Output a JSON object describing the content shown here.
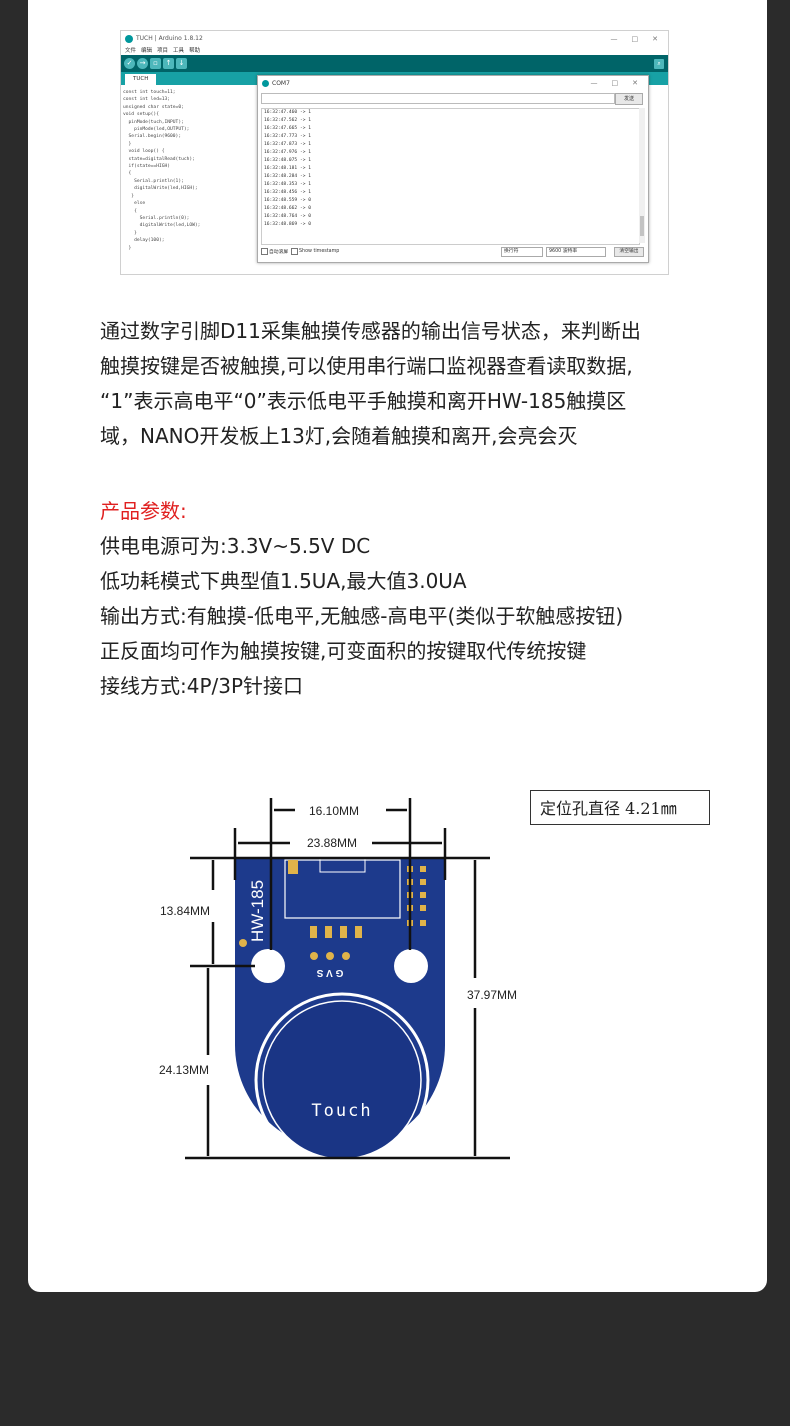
{
  "ide": {
    "title": "TUCH | Arduino 1.8.12",
    "menu": [
      "文件",
      "编辑",
      "项目",
      "工具",
      "帮助"
    ],
    "tab": "TUCH",
    "code_lines": [
      "const int touch=11;",
      "const int led=13;",
      "unsigned char state=0;",
      "void setup(){",
      "  pinMode(tuch,INPUT);",
      "    pinMode(led,OUTPUT);",
      "  Serial.begin(9600);",
      "  }",
      "  void loop() {",
      "  state=digitalRead(tuch);",
      "  if(state==HIGH)",
      "  {",
      "    Serial.println(1);",
      "    digitalWrite(led,HIGH);",
      "   }",
      "    else",
      "    {",
      "      Serial.println(0);",
      "      digitalWrite(led,LOW);",
      "    }",
      "    delay(100);",
      "  }"
    ],
    "serial": {
      "title": "COM7",
      "send_label": "发送",
      "lines": [
        "16:32:47.460 -> 1",
        "16:32:47.562 -> 1",
        "16:32:47.665 -> 1",
        "16:32:47.773 -> 1",
        "16:32:47.873 -> 1",
        "16:32:47.976 -> 1",
        "16:32:48.075 -> 1",
        "16:32:48.181 -> 1",
        "16:32:48.284 -> 1",
        "16:32:48.353 -> 1",
        "16:32:48.456 -> 1",
        "16:32:48.559 -> 0",
        "16:32:48.662 -> 0",
        "16:32:48.764 -> 0",
        "16:32:48.869 -> 0"
      ],
      "autoscroll_label": "自动滚屏",
      "timestamp_label": "Show timestamp",
      "line_ending": "换行符",
      "baud": "9600 波特率",
      "clear_label": "清空输出"
    }
  },
  "description": {
    "lines": [
      "通过数字引脚D11采集触摸传感器的输出信号状态，来判断出",
      "触摸按键是否被触摸,可以使用串行端口监视器查看读取数据,",
      "“1”表示高电平“0”表示低电平手触摸和离开HW-185触摸区",
      "域，NANO开发板上13灯,会随着触摸和离开,会亮会灭"
    ]
  },
  "specs": {
    "heading": "产品参数:",
    "items": [
      "供电电源可为:3.3V~5.5V DC",
      "低功耗模式下典型值1.5UA,最大值3.0UA",
      "输出方式:有触摸-低电平,无触感-高电平(类似于软触感按钮)",
      "正反面均可作为触摸按键,可变面积的按键取代传统按键",
      "接线方式:4P/3P针接口"
    ]
  },
  "diagram": {
    "note": "定位孔直径 4.21㎜",
    "dim_hole_spacing": "16.10MM",
    "dim_width": "23.88MM",
    "dim_left_upper": "13.84MM",
    "dim_left_lower": "24.13MM",
    "dim_height": "37.97MM",
    "board_model": "HW-185",
    "pins": "G V S",
    "pad_label": "Touch",
    "board_color": "#1d3a8c"
  }
}
